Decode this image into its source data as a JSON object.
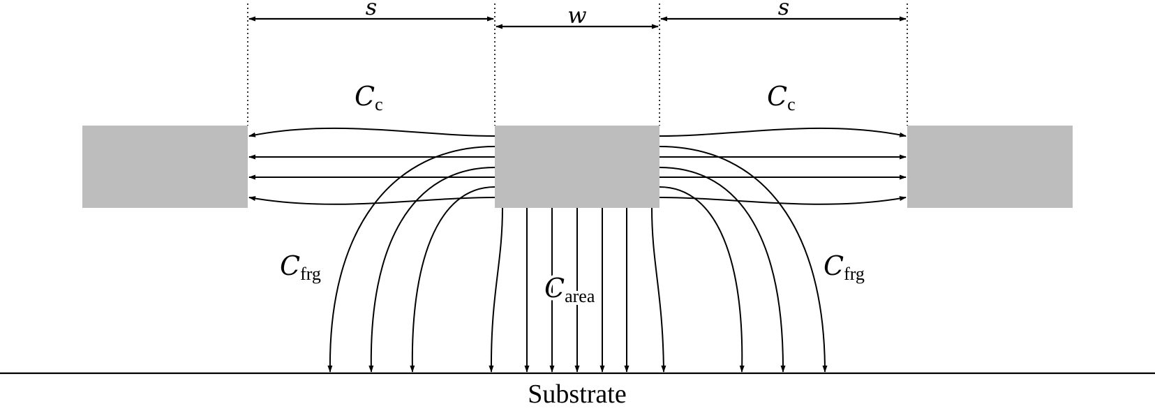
{
  "dimensions": {
    "spacing_label": "s",
    "width_label": "w"
  },
  "capacitances": {
    "coupling": {
      "symbol": "C",
      "subscript": "c"
    },
    "fringe": {
      "symbol": "C",
      "subscript": "frg"
    },
    "area": {
      "symbol": "C",
      "subscript": "area"
    }
  },
  "substrate": {
    "label": "Substrate"
  },
  "colors": {
    "wire_fill": "#bdbdbd",
    "line": "#000000"
  }
}
